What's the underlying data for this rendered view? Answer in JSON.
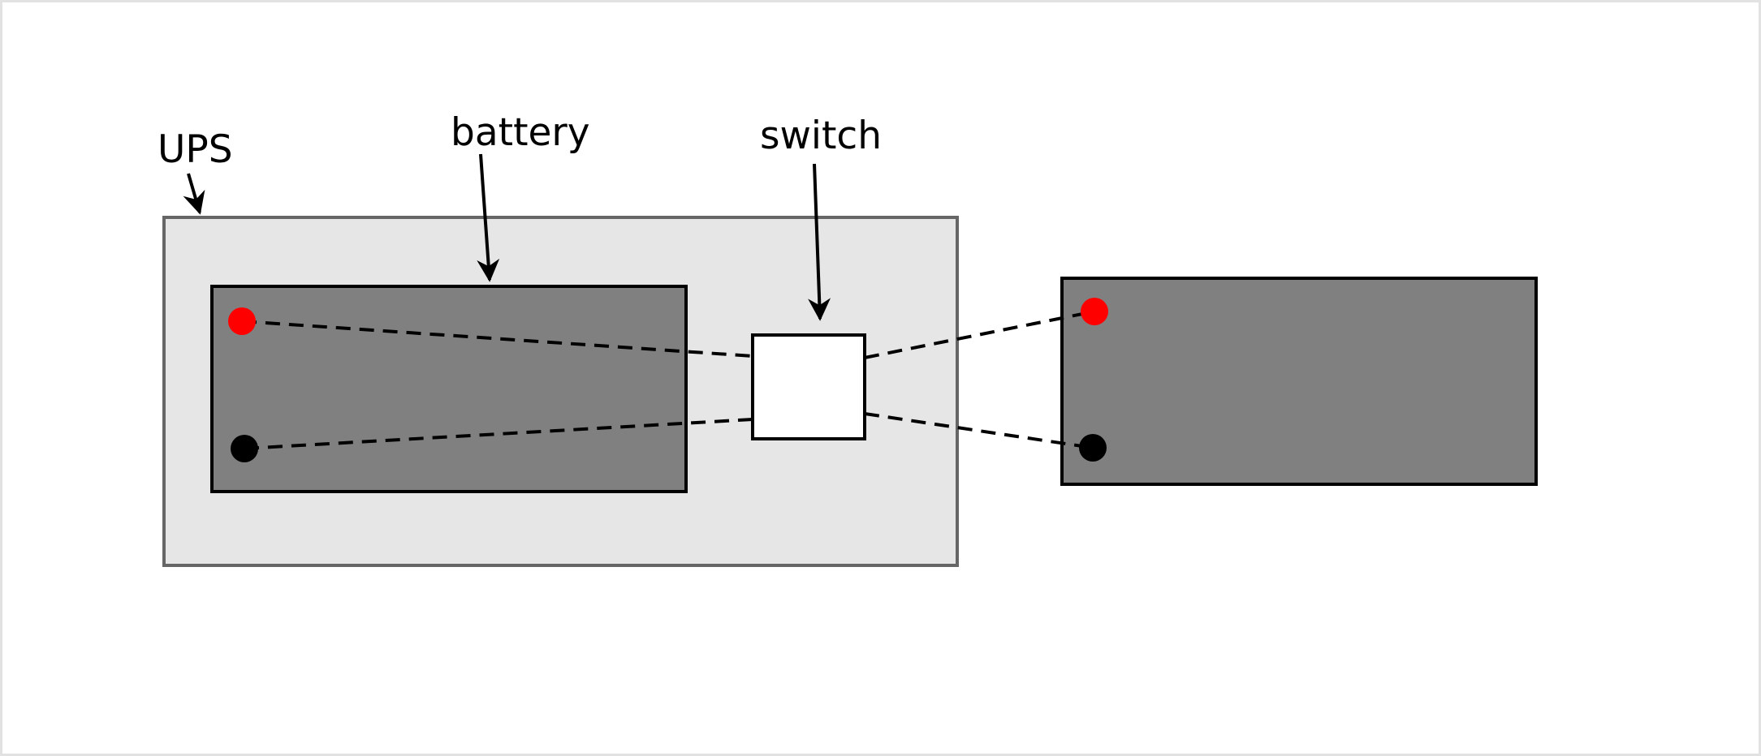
{
  "labels": {
    "ups": "UPS",
    "battery": "battery",
    "switch": "switch"
  },
  "colors": {
    "ups_fill": "#e6e6e6",
    "ups_stroke": "#666666",
    "battery_fill": "#808080",
    "switch_fill": "#ffffff",
    "positive_terminal": "#ff0000",
    "negative_terminal": "#000000",
    "wire": "#000000"
  }
}
